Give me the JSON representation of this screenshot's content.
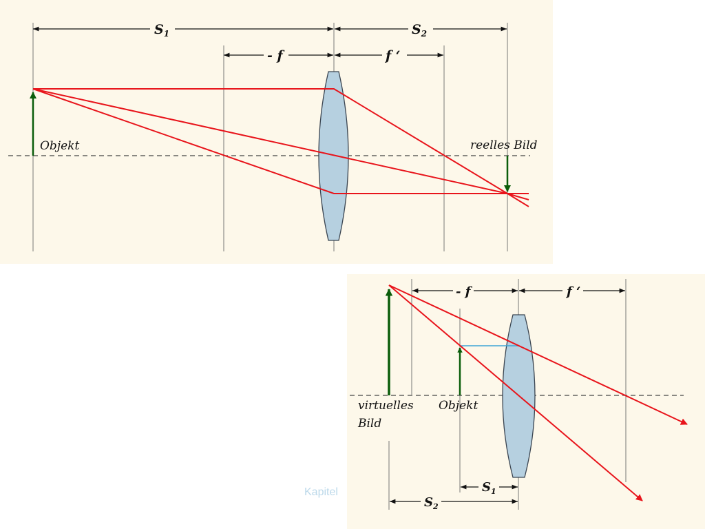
{
  "top_diagram": {
    "s1": "S",
    "s1_sub": "1",
    "s2": "S",
    "s2_sub": "2",
    "focal_front": "- f",
    "focal_back": "f ‘",
    "object_label": "Objekt",
    "image_label": "reelles Bild"
  },
  "bottom_diagram": {
    "focal_front": "- f",
    "focal_back": "f ‘",
    "virtual_label_line1": "virtuelles",
    "virtual_label_line2": "Bild",
    "object_label": "Objekt",
    "s1": "S",
    "s1_sub": "1",
    "s2": "S",
    "s2_sub": "2"
  },
  "footer_text": "Kapitel",
  "colors": {
    "panel_bg": "#fdf8ea",
    "ray": "#e8141b",
    "arrow": "#0a5d0a",
    "lens_fill": "#b6d0e0",
    "lens_stroke": "#3a4450",
    "axis": "#444444",
    "helper_ray": "#3ea5d6"
  }
}
